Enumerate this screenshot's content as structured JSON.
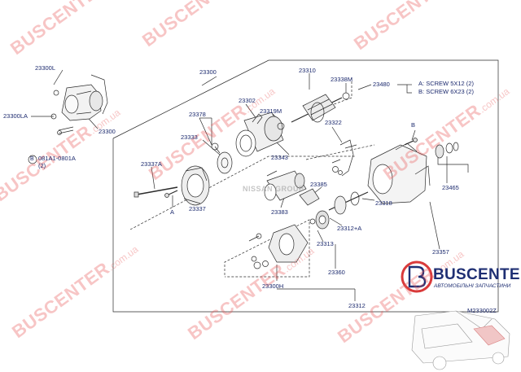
{
  "watermark": {
    "brand": "BUSCENTER",
    "domain": ".com.ua"
  },
  "labels": {
    "l23300L": "23300L",
    "l23300LA": "23300LA",
    "l23300a": "23300",
    "l23300b": "23300",
    "l081": "081A1-0801A",
    "l081qty": "(2)",
    "l081circle": "B",
    "l23310": "23310",
    "l23338M": "23338M",
    "l23480": "23480",
    "l23302": "23302",
    "l23319M": "23319M",
    "l23378": "23378",
    "l23322": "23322",
    "l23333": "23333",
    "l23343": "23343",
    "l23337A": "23337A",
    "l23385": "23385",
    "l23318": "23318",
    "l23337": "23337",
    "l23383": "23383",
    "l23312A": "23312+A",
    "l23465": "23465",
    "l23313": "23313",
    "l23357": "23357",
    "l23360": "23360",
    "l23300H": "23300H",
    "l23312": "23312",
    "lA": "A",
    "lB": "B"
  },
  "legend": {
    "a_key": "A:",
    "a_text": "SCREW   5X12  (2)",
    "b_key": "B:",
    "b_text": "SCREW   6X23  (2)"
  },
  "nissan_watermark": "NISSAN GROUP",
  "brand": {
    "name": "BUSCENTER",
    "tagline": "АВТОМОБІЛЬНІ ЗАПЧАСТИНИ"
  },
  "diagram_code": "M233002Z",
  "colors": {
    "label": "#1c2a6e",
    "line": "#2b2b2b",
    "brand": "#1f2f73",
    "brand_accent": "#d93a3a",
    "watermark": "#e85a5a"
  }
}
